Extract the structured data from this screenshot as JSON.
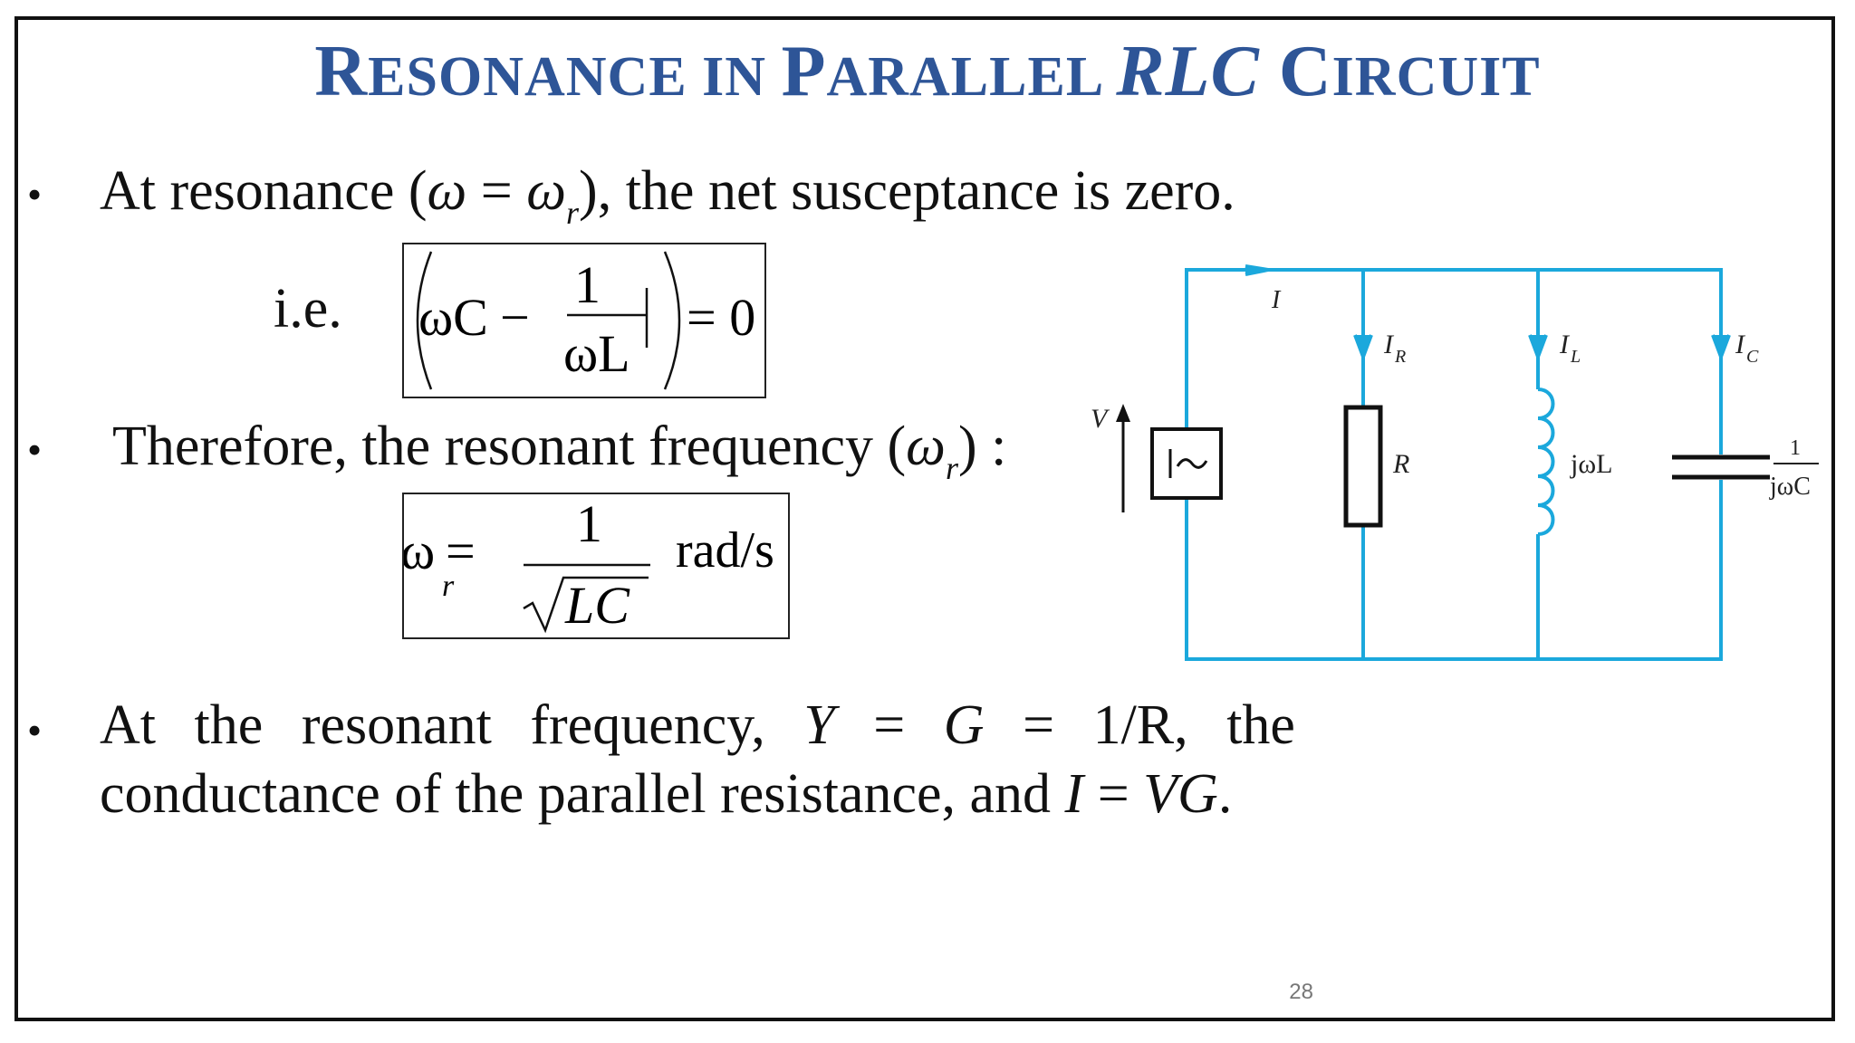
{
  "slide": {
    "title_parts": [
      "R",
      "ESONANCE IN ",
      "P",
      "ARALLEL ",
      "RLC",
      " C",
      "IRCUIT"
    ],
    "bullet_symbol": "•",
    "bullet1": {
      "text_a": "At resonance (",
      "omega": "ω",
      "eq": " = ",
      "omega_r": "ω",
      "r": "r",
      "text_b": "), the net susceptance is zero."
    },
    "ie": "i.e.",
    "eq1": {
      "omega_c": "ωC",
      "minus": "−",
      "num": "1",
      "den": "ωL",
      "equals_zero": "= 0"
    },
    "bullet2": {
      "text_a": "Therefore, the resonant frequency (",
      "omega_r": "ω",
      "r": "r",
      "text_b": ") :"
    },
    "eq2": {
      "omega": "ω",
      "r": "r",
      "equals": "=",
      "num": "1",
      "den": "LC",
      "unit": "rad/s"
    },
    "bullet3": {
      "line1": [
        "At",
        "the",
        "resonant",
        "frequency,",
        "Y",
        "=",
        "G",
        "=",
        "1/R,",
        "the"
      ],
      "line2_a": "conductance of the parallel resistance, and ",
      "line2_i": "I",
      "line2_eq": " = ",
      "line2_vg": "VG",
      "line2_end": "."
    },
    "page_number": "28"
  },
  "circuit": {
    "color": "#1ba8dc",
    "labels": {
      "I": "I",
      "IR": "I",
      "IR_sub": "R",
      "IL": "I",
      "IL_sub": "L",
      "IC": "I",
      "IC_sub": "C",
      "V": "V",
      "R": "R",
      "jwL": "jωL",
      "cap_num": "1",
      "cap_den": "jωC"
    }
  }
}
